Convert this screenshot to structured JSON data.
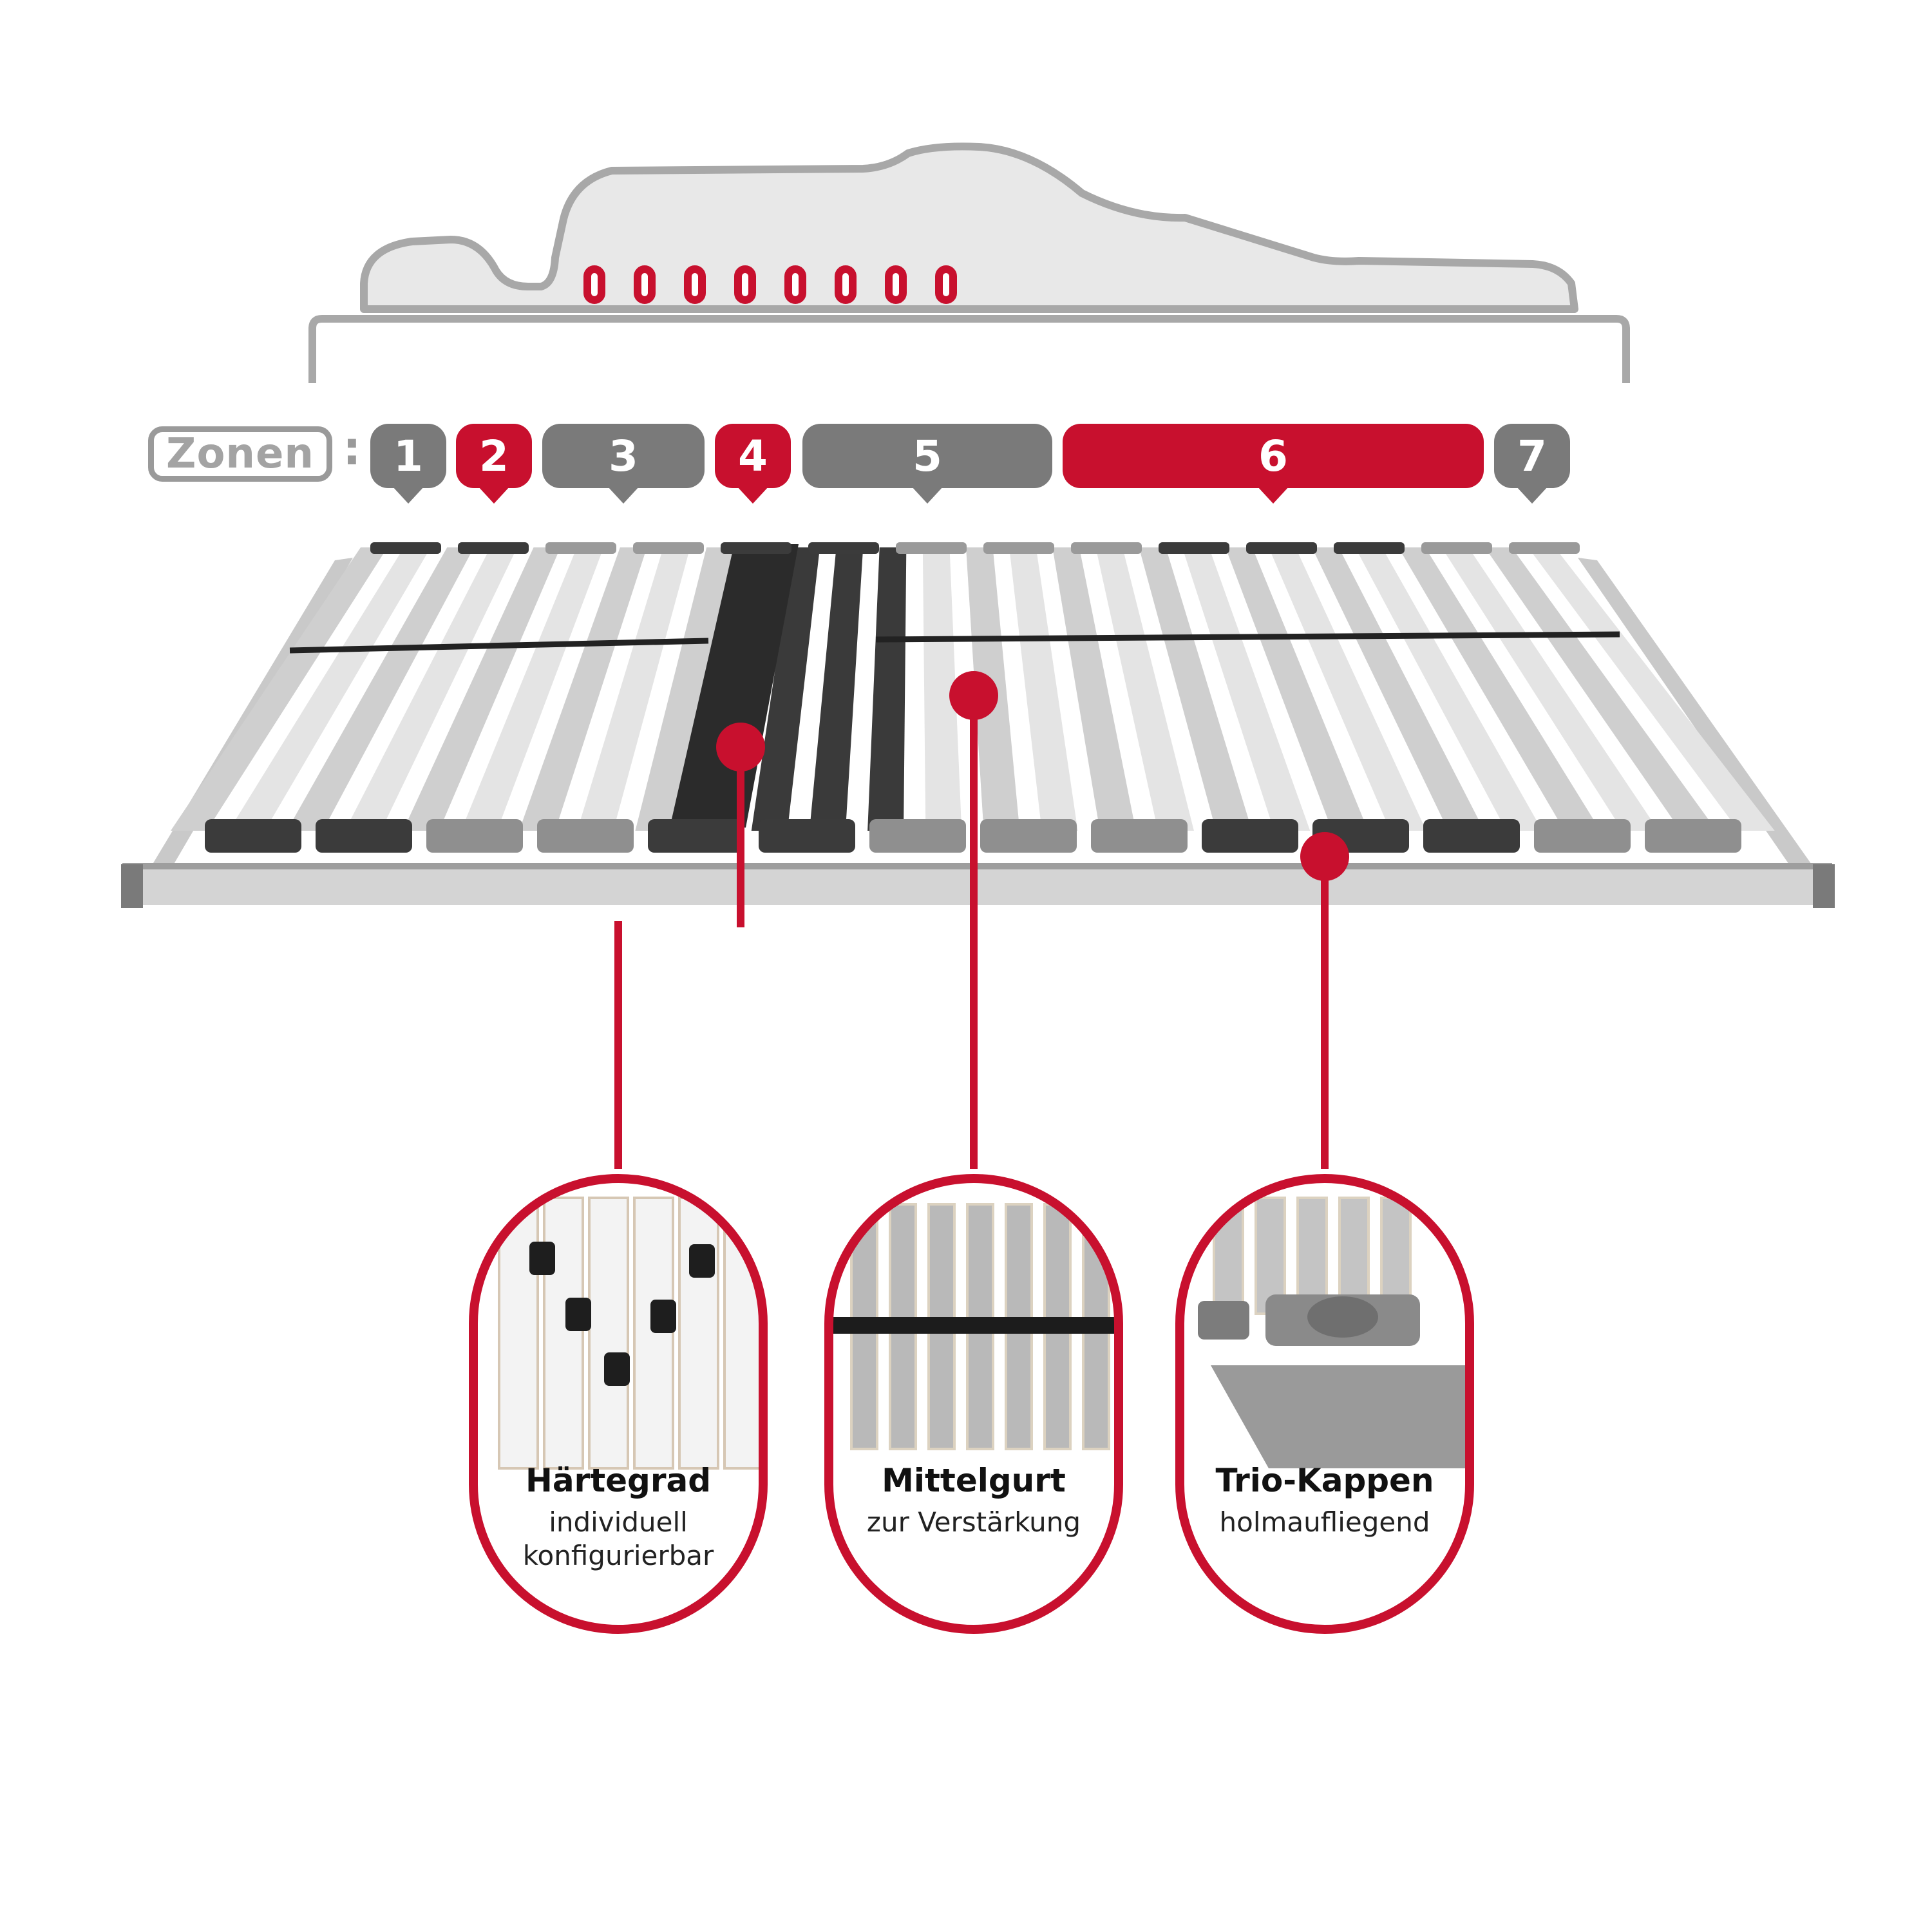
{
  "zones": {
    "label": "Zonen",
    "separator": ":",
    "items": [
      {
        "number": "1",
        "color": "grey"
      },
      {
        "number": "2",
        "color": "red"
      },
      {
        "number": "3",
        "color": "grey"
      },
      {
        "number": "4",
        "color": "red"
      },
      {
        "number": "5",
        "color": "grey"
      },
      {
        "number": "6",
        "color": "red"
      },
      {
        "number": "7",
        "color": "grey"
      }
    ]
  },
  "features": [
    {
      "title": "Härtegrad",
      "subtitle_line1": "individuell",
      "subtitle_line2": "konfigurierbar"
    },
    {
      "title": "Mittelgurt",
      "subtitle_line1": "zur Verstärkung",
      "subtitle_line2": ""
    },
    {
      "title": "Trio-Kappen",
      "subtitle_line1": "holmaufliegend",
      "subtitle_line2": ""
    }
  ],
  "colors": {
    "accent_red": "#c8102e",
    "zone_grey": "#7a7a7a",
    "outline_grey": "#a8a8a8",
    "body_fill": "#e6e6e6"
  }
}
